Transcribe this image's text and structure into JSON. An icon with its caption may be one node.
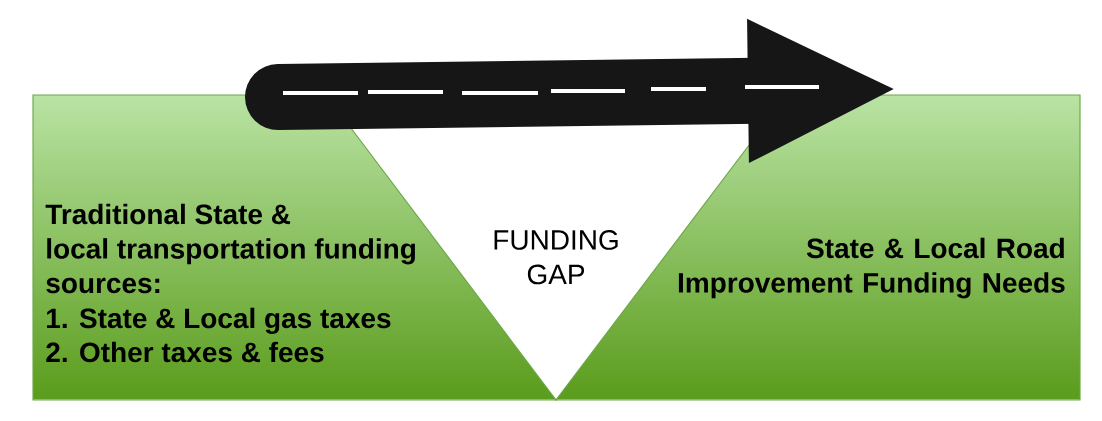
{
  "diagram": {
    "nodes": [
      {
        "text": [
          "Traditional State & local transportation funding sources:",
          "1. State & Local gas taxes",
          "2. Other taxes & fees"
        ]
      },
      {
        "text": [
          "FUNDING GAP"
        ]
      },
      {
        "text": [
          "State & Local Road Improvement Funding Needs"
        ]
      }
    ],
    "edges": [
      {
        "from": 0,
        "to": 2,
        "arrow": "to"
      }
    ]
  }
}
